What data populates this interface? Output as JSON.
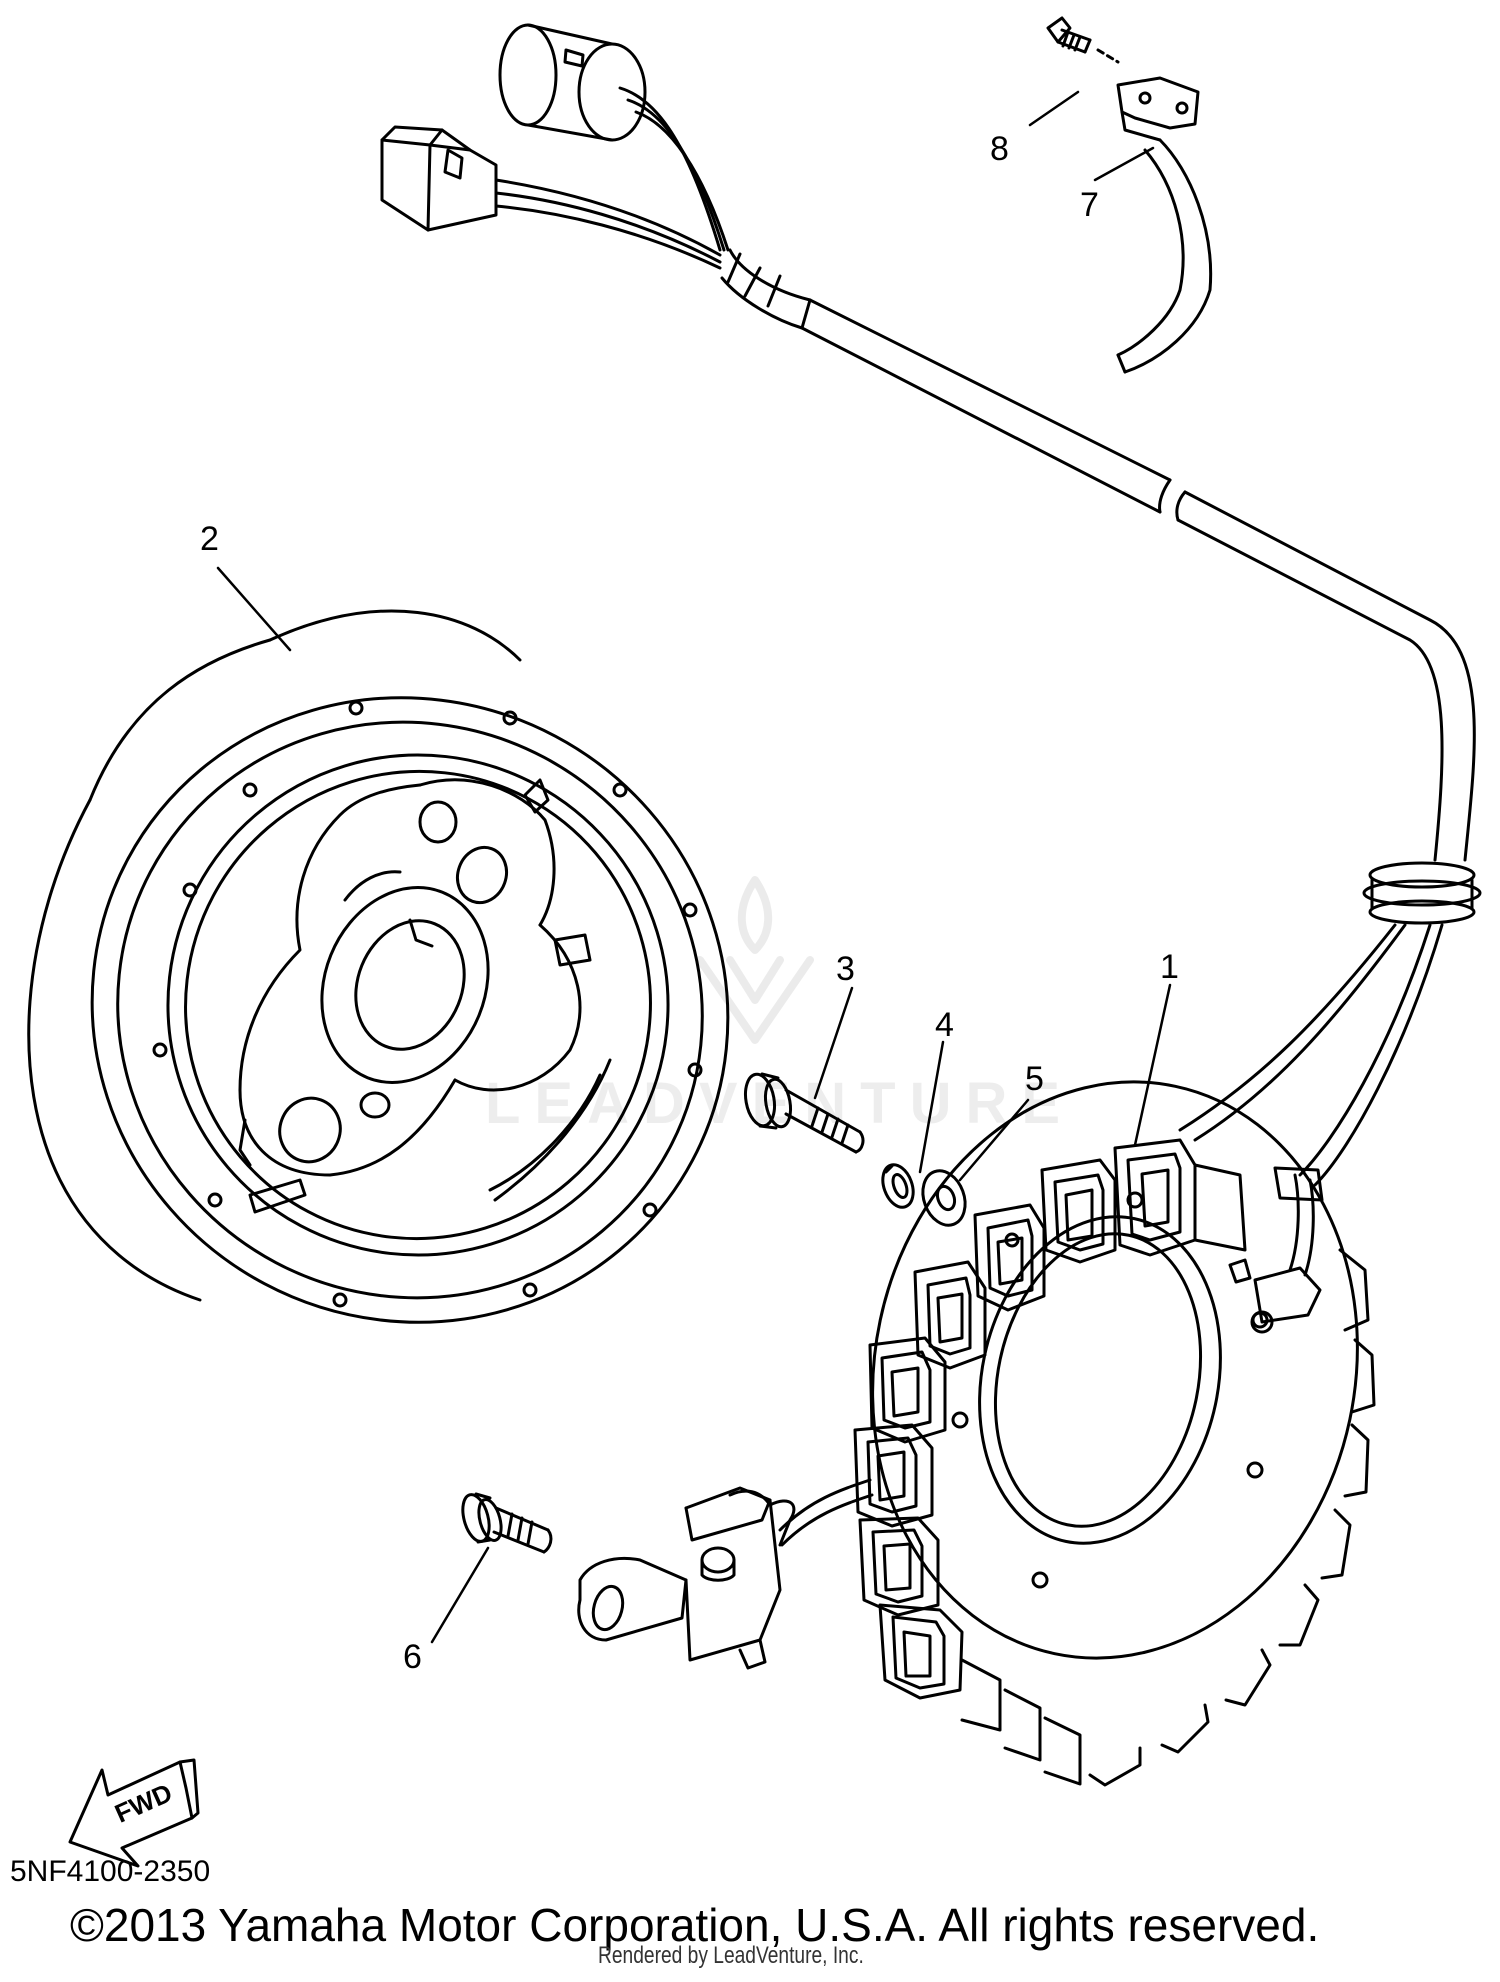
{
  "callouts": [
    "1",
    "2",
    "3",
    "4",
    "5",
    "6",
    "7",
    "8"
  ],
  "parts": {
    "stator": "stator-icon",
    "rotor": "rotor-flywheel-icon",
    "bolt": "bolt-icon",
    "washer": "washer-icon",
    "plate_washer": "plate-washer-icon",
    "pickup_screw": "screw-icon",
    "wire_clamp": "wire-clamp-icon",
    "clamp_screw": "screw-icon"
  },
  "fwd_label": "FWD",
  "watermark": "LEADVENTURE",
  "diagram_code": "5NF4100-2350",
  "copyright": "©2013 Yamaha Motor Corporation, U.S.A. All rights reserved.",
  "rendered_by": "Rendered by LeadVenture, Inc.",
  "colors": {
    "line": "#000000",
    "background": "#ffffff"
  }
}
